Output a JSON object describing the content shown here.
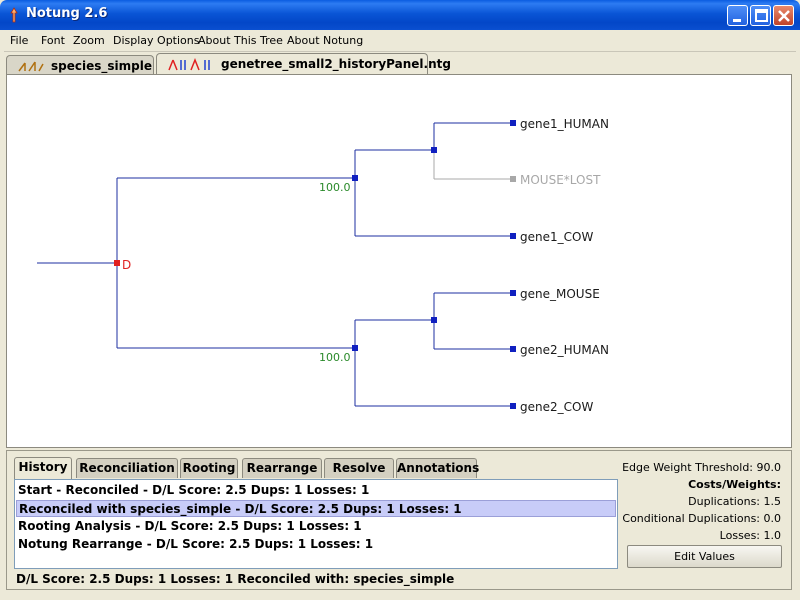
{
  "window": {
    "title": "Notung 2.6"
  },
  "menu": [
    "File",
    "Font",
    "Zoom",
    "Display Options",
    "About This Tree",
    "About Notung"
  ],
  "tabs": [
    {
      "label": "species_simple",
      "active": false
    },
    {
      "label": "genetree_small2_historyPanel.ntg",
      "active": true
    }
  ],
  "tree": {
    "root_event_label": "D",
    "leaves": [
      {
        "label": "gene1_HUMAN",
        "lost": false
      },
      {
        "label": "MOUSE*LOST",
        "lost": true
      },
      {
        "label": "gene1_COW",
        "lost": false
      },
      {
        "label": "gene_MOUSE",
        "lost": false
      },
      {
        "label": "gene2_HUMAN",
        "lost": false
      },
      {
        "label": "gene2_COW",
        "lost": false
      }
    ],
    "supports": [
      "100.0",
      "100.0"
    ],
    "colors": {
      "branch": "#1c2fa0",
      "lost": "#a8a8a8",
      "duplication": "#e02020",
      "support": "#2a8a2a",
      "node": "#1020c0"
    }
  },
  "panel": {
    "tabs": [
      "History",
      "Reconciliation",
      "Rooting",
      "Rearrange",
      "Resolve",
      "Annotations"
    ],
    "active_tab": "History",
    "history": [
      "Start - Reconciled  -  D/L Score: 2.5   Dups: 1   Losses: 1",
      "Reconciled with species_simple  -  D/L Score: 2.5   Dups: 1   Losses: 1",
      "Rooting Analysis  -  D/L Score: 2.5   Dups: 1   Losses: 1",
      "Notung Rearrange  -  D/L Score: 2.5   Dups: 1   Losses: 1"
    ],
    "selected_history_index": 1,
    "edge_weight_threshold": "Edge Weight Threshold: 90.0",
    "costs_title": "Costs/Weights:",
    "duplications": "Duplications: 1.5",
    "conditional_duplications": "Conditional Duplications: 0.0",
    "losses": "Losses: 1.0",
    "edit_button": "Edit Values"
  },
  "status": "D/L Score: 2.5   Dups: 1   Losses: 1   Reconciled with: species_simple"
}
